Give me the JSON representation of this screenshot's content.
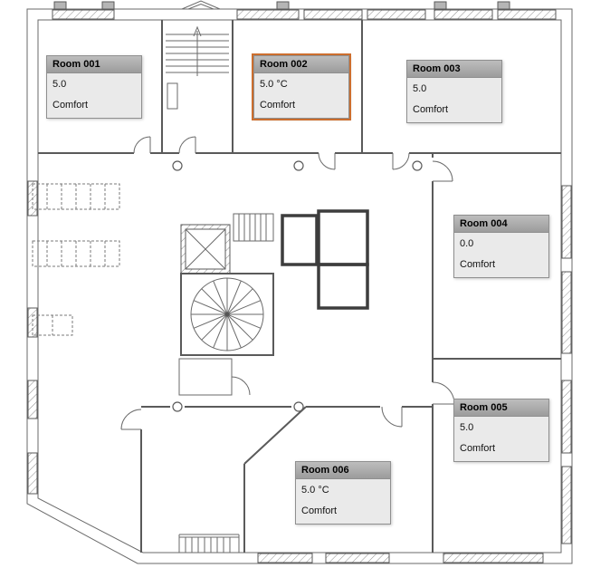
{
  "app": {
    "view": "floor-plan"
  },
  "colors": {
    "wall_line": "#5a5a5a",
    "card_header_bg": "#a8a8a8",
    "card_body_bg": "#eaeaea",
    "highlight_border": "#cc6e2e"
  },
  "rooms": [
    {
      "name": "Room 001",
      "value": "5.0",
      "mode": "Comfort",
      "highlighted": false
    },
    {
      "name": "Room 002",
      "value": "5.0 °C",
      "mode": "Comfort",
      "highlighted": true
    },
    {
      "name": "Room 003",
      "value": "5.0",
      "mode": "Comfort",
      "highlighted": false
    },
    {
      "name": "Room 004",
      "value": "0.0",
      "mode": "Comfort",
      "highlighted": false
    },
    {
      "name": "Room 005",
      "value": "5.0",
      "mode": "Comfort",
      "highlighted": false
    },
    {
      "name": "Room 006",
      "value": "5.0 °C",
      "mode": "Comfort",
      "highlighted": false
    }
  ]
}
